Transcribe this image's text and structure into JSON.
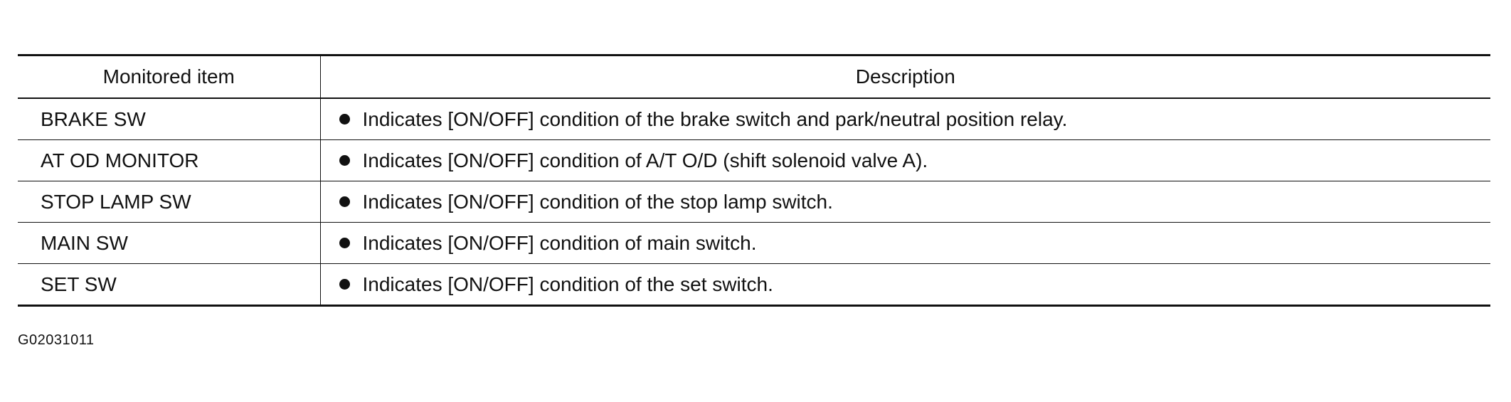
{
  "table": {
    "headers": {
      "item": "Monitored item",
      "description": "Description"
    },
    "rows": [
      {
        "item": "BRAKE SW",
        "description": "Indicates [ON/OFF] condition of the brake switch and park/neutral position relay."
      },
      {
        "item": "AT OD MONITOR",
        "description": "Indicates [ON/OFF] condition of A/T O/D (shift solenoid valve A)."
      },
      {
        "item": "STOP LAMP SW",
        "description": "Indicates [ON/OFF] condition of the stop lamp switch."
      },
      {
        "item": "MAIN SW",
        "description": "Indicates [ON/OFF] condition of main switch."
      },
      {
        "item": "SET SW",
        "description": "Indicates [ON/OFF] condition of the set switch."
      }
    ]
  },
  "figure_code": "G02031011",
  "icons": {
    "bullet": "bullet-dot-icon"
  }
}
